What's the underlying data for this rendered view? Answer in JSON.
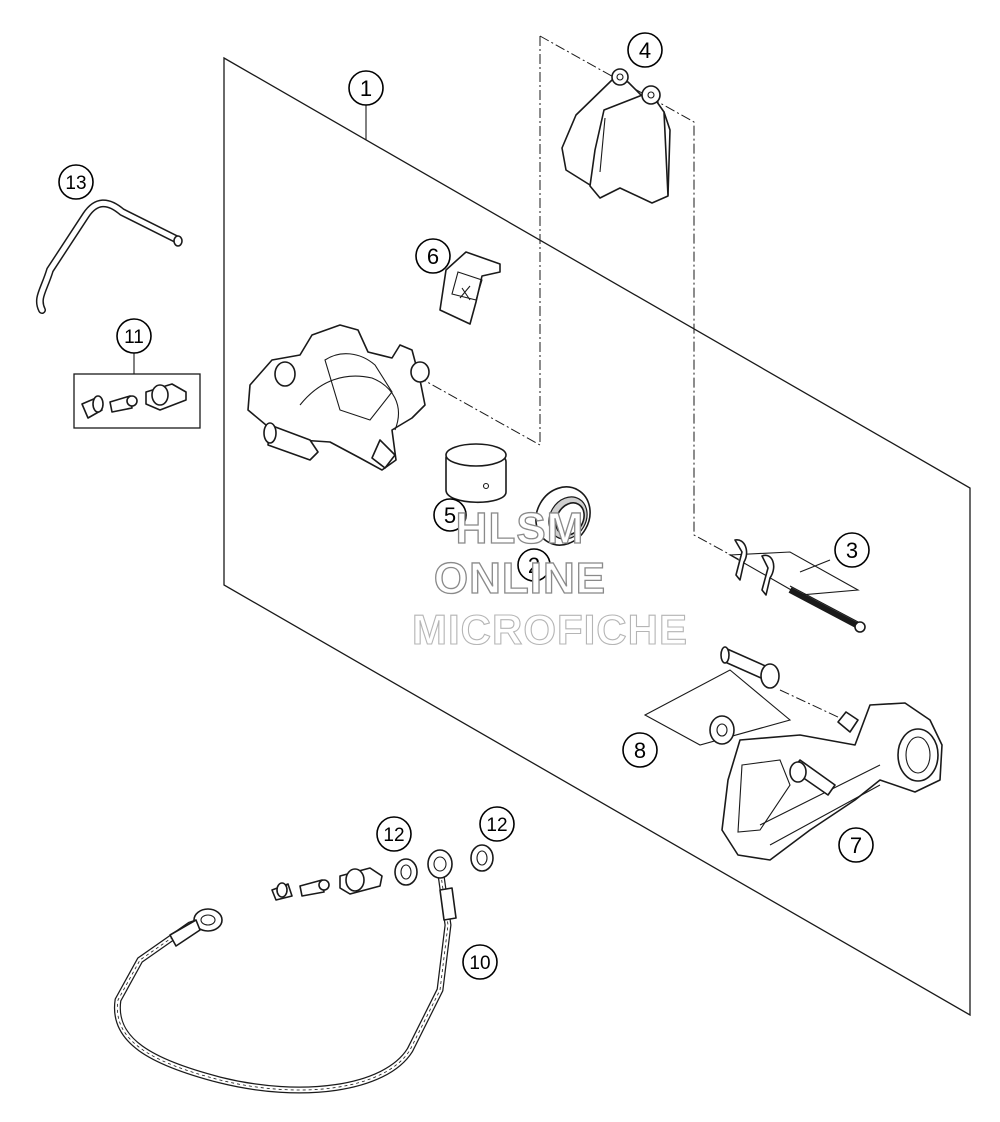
{
  "callouts": [
    {
      "id": "1",
      "label": "1"
    },
    {
      "id": "2",
      "label": "2"
    },
    {
      "id": "3",
      "label": "3"
    },
    {
      "id": "4",
      "label": "4"
    },
    {
      "id": "5",
      "label": "5"
    },
    {
      "id": "6",
      "label": "6"
    },
    {
      "id": "7",
      "label": "7"
    },
    {
      "id": "8",
      "label": "8"
    },
    {
      "id": "10",
      "label": "10"
    },
    {
      "id": "11",
      "label": "11"
    },
    {
      "id": "12a",
      "label": "12"
    },
    {
      "id": "12b",
      "label": "12"
    },
    {
      "id": "13",
      "label": "13"
    }
  ],
  "watermark": {
    "line1": "HLSM",
    "line2": "ONLINE",
    "line3": "MICROFICHE"
  }
}
